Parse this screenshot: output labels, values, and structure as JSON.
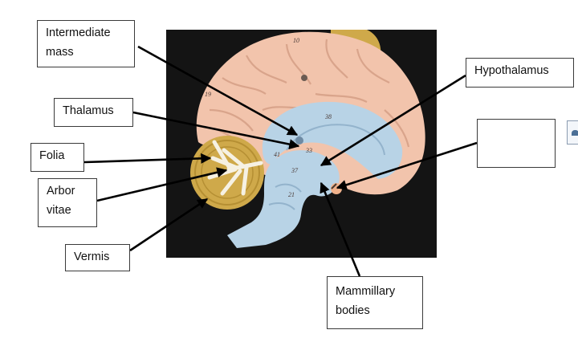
{
  "labels": {
    "intermediate_mass": [
      "Intermediate",
      "mass"
    ],
    "thalamus": "Thalamus",
    "folia": "Folia",
    "arbor_vitae": [
      "Arbor",
      "vitae"
    ],
    "vermis": "Vermis",
    "hypothalamus": "Hypothalamus",
    "blank": "",
    "mammillary_bodies": [
      "Mammillary",
      "bodies"
    ]
  },
  "model_numbers": {
    "n10": "10",
    "n19": "19",
    "n38": "38",
    "n33": "33",
    "n41": "41",
    "n37": "37",
    "n21": "21"
  },
  "colors": {
    "background": "#ffffff",
    "photo_background": "#141414",
    "cerebrum": "#f2c4ac",
    "ventricle_blue": "#b8d3e6",
    "cerebellum_gold": "#cfa94a",
    "arbor_white": "#f6f1e3",
    "leader_line": "#000000",
    "box_border": "#3a3a3a"
  },
  "icons": {
    "corner": "document-icon"
  }
}
